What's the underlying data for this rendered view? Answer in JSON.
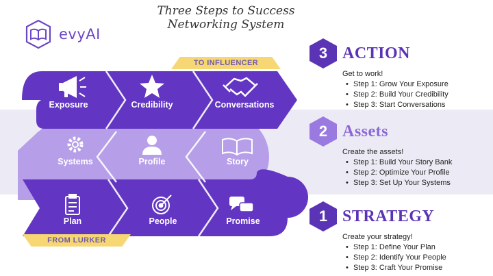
{
  "brand": {
    "name": "evyAI"
  },
  "title": {
    "line1": "Three Steps to Success",
    "line2": "Networking System"
  },
  "tags": {
    "top": "TO INFLUENCER",
    "bottom": "FROM LURKER"
  },
  "path": {
    "row1": [
      "Exposure",
      "Credibility",
      "Conversations"
    ],
    "row2": [
      "Systems",
      "Profile",
      "Story"
    ],
    "row3": [
      "Plan",
      "People",
      "Promise"
    ]
  },
  "colors": {
    "dark": "#6236c3",
    "light": "#b69ee8",
    "accent": "#f7d774",
    "band": "#ecebf5"
  },
  "sections": [
    {
      "number": "3",
      "title": "ACTION",
      "subtitle": "Get to work!",
      "steps": [
        "Step 1: Grow Your Exposure",
        "Step 2: Build Your Credibility",
        "Step 3: Start Conversations"
      ]
    },
    {
      "number": "2",
      "title": "Assets",
      "subtitle": "Create the assets!",
      "steps": [
        "Step 1: Build Your Story Bank",
        "Step 2: Optimize Your Profile",
        "Step 3: Set Up Your Systems"
      ]
    },
    {
      "number": "1",
      "title": "STRATEGY",
      "subtitle": "Create your strategy!",
      "steps": [
        "Step 1: Define Your Plan",
        "Step 2: Identify Your People",
        "Step 3: Craft Your Promise"
      ]
    }
  ]
}
